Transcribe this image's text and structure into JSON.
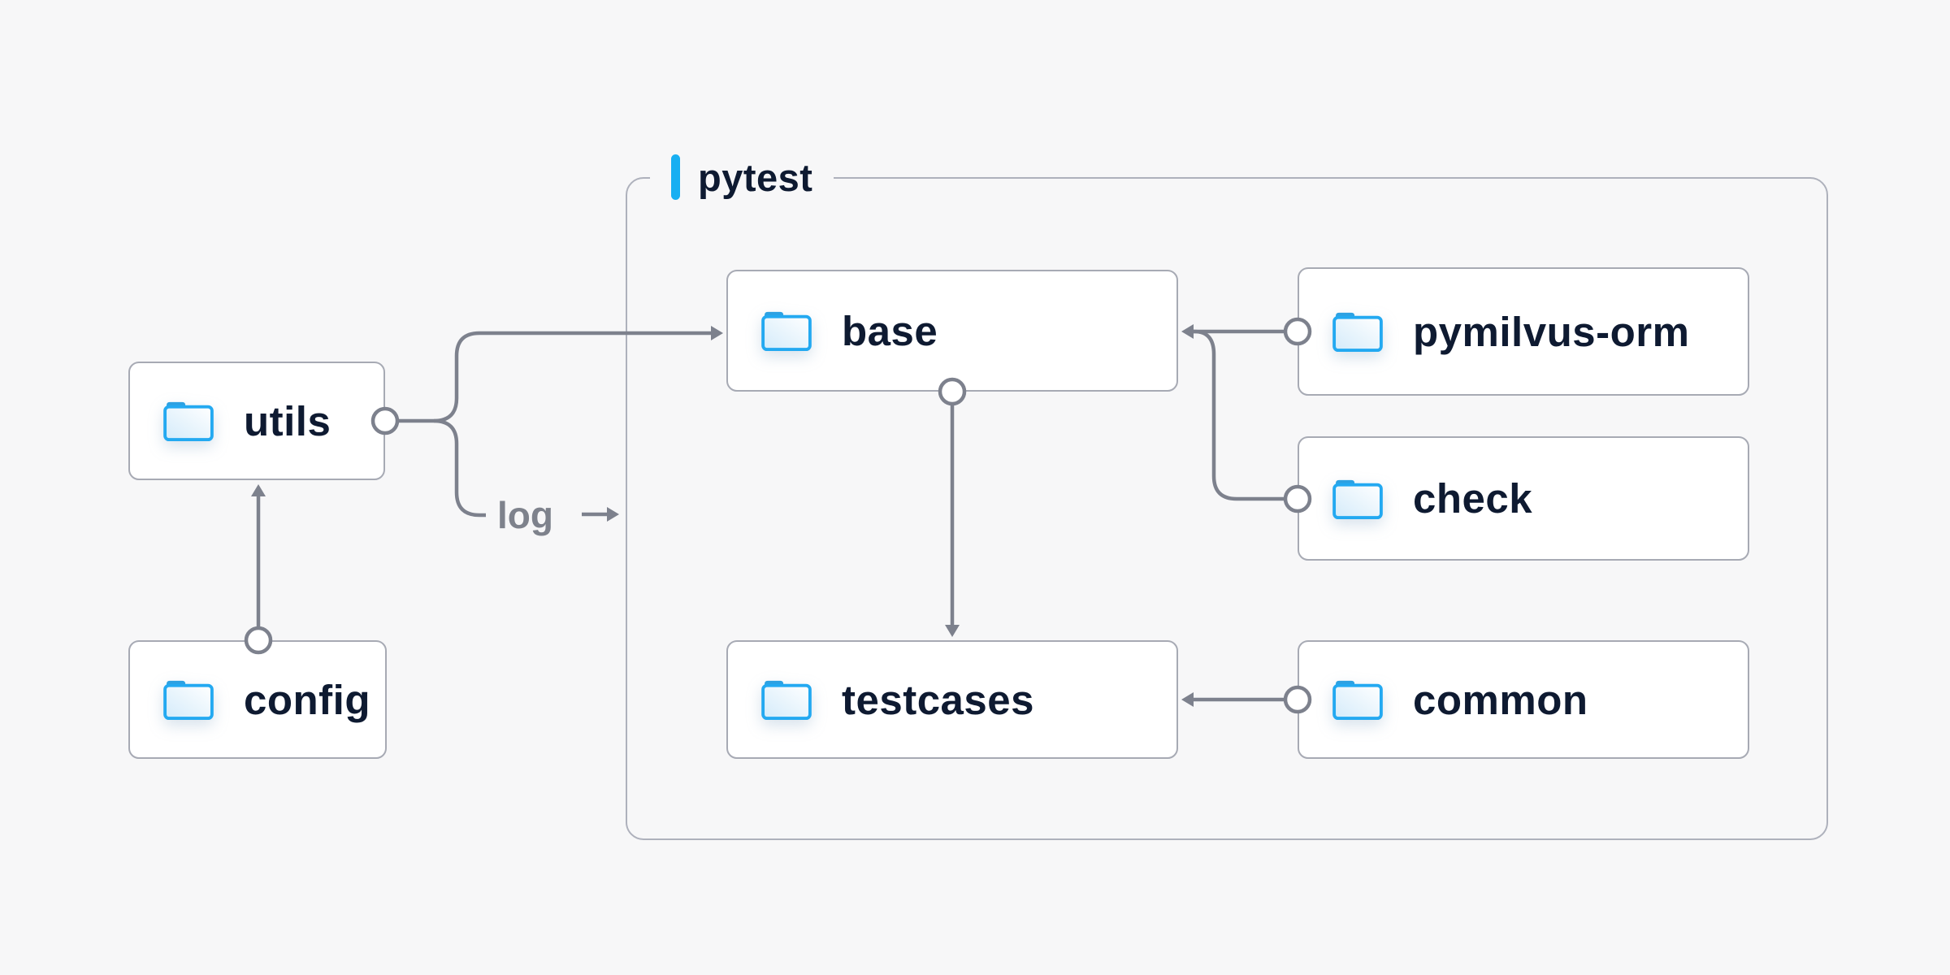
{
  "diagram": {
    "group": {
      "label": "pytest"
    },
    "nodes": {
      "utils": {
        "label": "utils"
      },
      "config": {
        "label": "config"
      },
      "base": {
        "label": "base"
      },
      "testcases": {
        "label": "testcases"
      },
      "pymilvus-orm": {
        "label": "pymilvus-orm"
      },
      "check": {
        "label": "check"
      },
      "common": {
        "label": "common"
      }
    },
    "edge_labels": {
      "log": "log"
    },
    "edges": [
      {
        "from": "config",
        "to": "utils"
      },
      {
        "from": "utils",
        "to": "base"
      },
      {
        "from": "utils",
        "to": "log-output",
        "label": "log"
      },
      {
        "from": "base",
        "to": "testcases"
      },
      {
        "from": "pymilvus-orm",
        "to": "base"
      },
      {
        "from": "check",
        "to": "base"
      },
      {
        "from": "common",
        "to": "testcases"
      }
    ],
    "colors": {
      "background": "#f7f7f8",
      "accent_blue": "#18aff2",
      "folder_blue": "#23a9f1",
      "folder_tab_blue": "#2da1e2",
      "connector_gray": "#7d818d",
      "text_navy": "#0e1a31",
      "node_border": "#a7aab4",
      "group_border": "#aeb1bc"
    }
  }
}
